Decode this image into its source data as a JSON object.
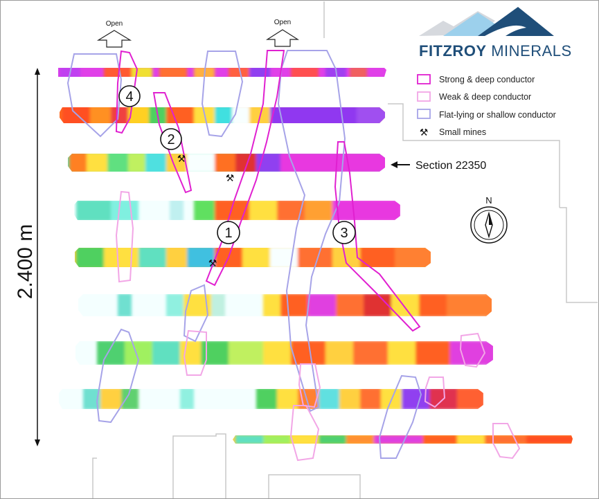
{
  "brand": {
    "name_bold": "FITZROY",
    "name_light": " MINERALS"
  },
  "open_arrows": [
    {
      "label": "Open"
    },
    {
      "label": "Open"
    }
  ],
  "legend": {
    "items": [
      {
        "label": "Strong & deep conductor",
        "color": "#e020d0"
      },
      {
        "label": "Weak & deep conductor",
        "color": "#f2a6e6"
      },
      {
        "label": "Flat-lying or shallow conductor",
        "color": "#a6a3e8"
      },
      {
        "label": "Small mines",
        "icon": "hammer-pick-icon"
      }
    ]
  },
  "section_callout": "Section 22350",
  "scale_label": "2.400 m",
  "north_label": "N",
  "targets": [
    "1",
    "2",
    "3",
    "4"
  ],
  "colors": {
    "strong_deep": "#e020d0",
    "weak_deep": "#f2a6e6",
    "flat_shallow": "#a6a3e8"
  }
}
